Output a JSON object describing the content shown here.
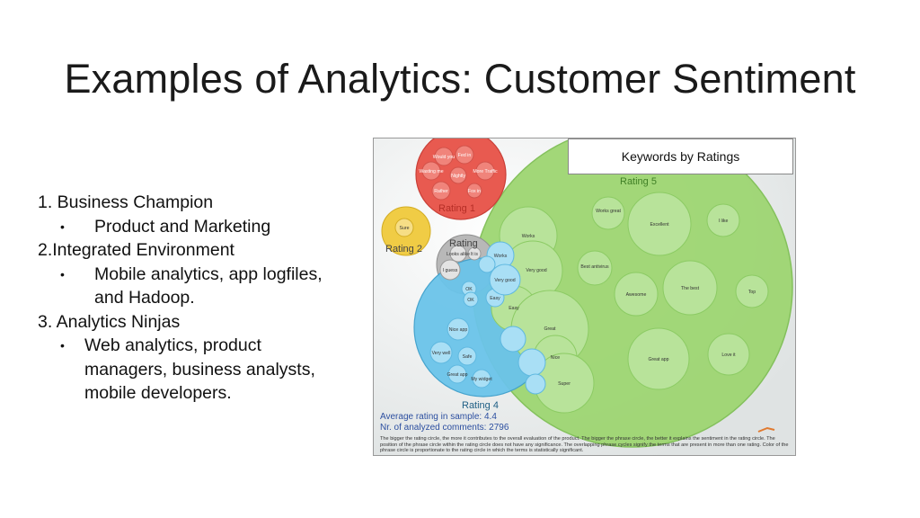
{
  "slide": {
    "title": "Examples of Analytics: Customer Sentiment"
  },
  "list": {
    "item1": "1. Business Champion",
    "item1_sub": "Product and Marketing",
    "item2": "2.Integrated Environment",
    "item2_sub_a": "Mobile analytics, app logfiles,",
    "item2_sub_b": "and Hadoop.",
    "item3": "3. Analytics Ninjas",
    "item3_sub_a": "Web analytics, product",
    "item3_sub_b": "managers, business analysts,",
    "item3_sub_c": "mobile developers.",
    "bullet": "•"
  },
  "figure": {
    "legend_title": "Keywords by Ratings",
    "rating_labels": {
      "r1": "Rating 1",
      "r2": "Rating 2",
      "r3": "Rating",
      "r4": "Rating 4",
      "r5": "Rating 5"
    },
    "average_line": "Average rating in sample: 4.4",
    "count_line": "Nr. of analyzed comments: 2796",
    "note": "The bigger the rating circle, the more it contributes to the overall evaluation of the product. The bigger the phrase circle, the better it explains the sentiment in the rating circle. The position of the phrase circle within the rating circle does not have any significance. The overlapping phrase cycles signify the terms that are present in more than one rating. Color of the phrase circle is proportionate to the rating circle in which the terms is statistically significant.",
    "colors": {
      "rating1": "#e85a50",
      "rating2": "#f0cc45",
      "rating3": "#b8b8b8",
      "rating4": "#6bc4ea",
      "rating5": "#9ed672"
    },
    "phrases_r5": [
      "Works great",
      "Excellent",
      "I like",
      "Works",
      "Very good",
      "Best antivirus",
      "Awesome",
      "The best",
      "Top",
      "Easy",
      "Great",
      "Great app",
      "Love it",
      "Nice",
      "Super"
    ],
    "phrases_r4": [
      "OK",
      "OK",
      "Nice app",
      "Very well",
      "Safe",
      "Great app",
      "My widget",
      "Very good"
    ],
    "phrases_r3": [
      "Looks alike",
      "It is",
      "Works",
      "I guess",
      "Easy"
    ],
    "phrases_r1": [
      "Would you",
      "Fed in",
      "Wasting me",
      "Nightly",
      "More Traffic",
      "Rather",
      "Fox in"
    ],
    "phrases_r2": [
      "Sure"
    ]
  }
}
